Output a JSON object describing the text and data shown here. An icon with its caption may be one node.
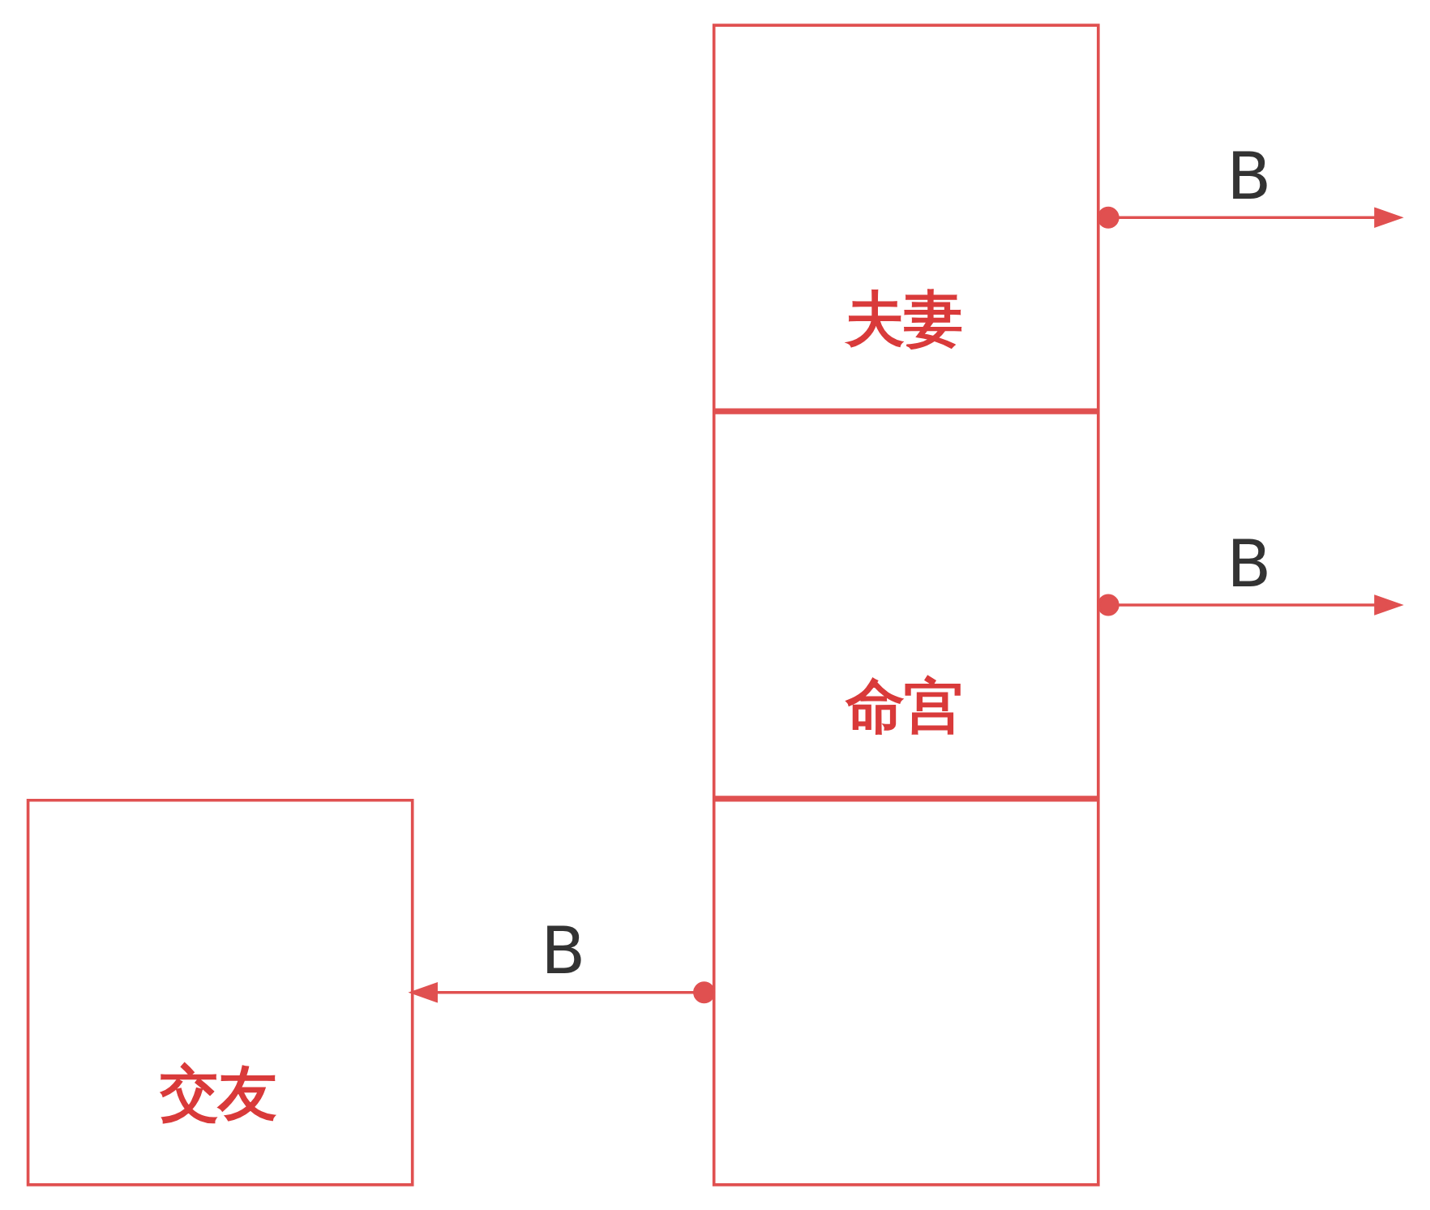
{
  "diagram": {
    "nodes": [
      {
        "text": [
          "夫妻"
        ]
      },
      {
        "text": [],
        "shape": "box"
      },
      {
        "text": [
          "命宫"
        ]
      },
      {
        "text": [
          "交友"
        ]
      }
    ],
    "edges": [
      {
        "from": 0,
        "to": null,
        "arrow": "to",
        "label": "B"
      },
      {
        "from": 1,
        "to": 3,
        "arrow": "to",
        "label": "B"
      },
      {
        "from": 2,
        "to": null,
        "arrow": "to",
        "label": "B"
      }
    ]
  }
}
